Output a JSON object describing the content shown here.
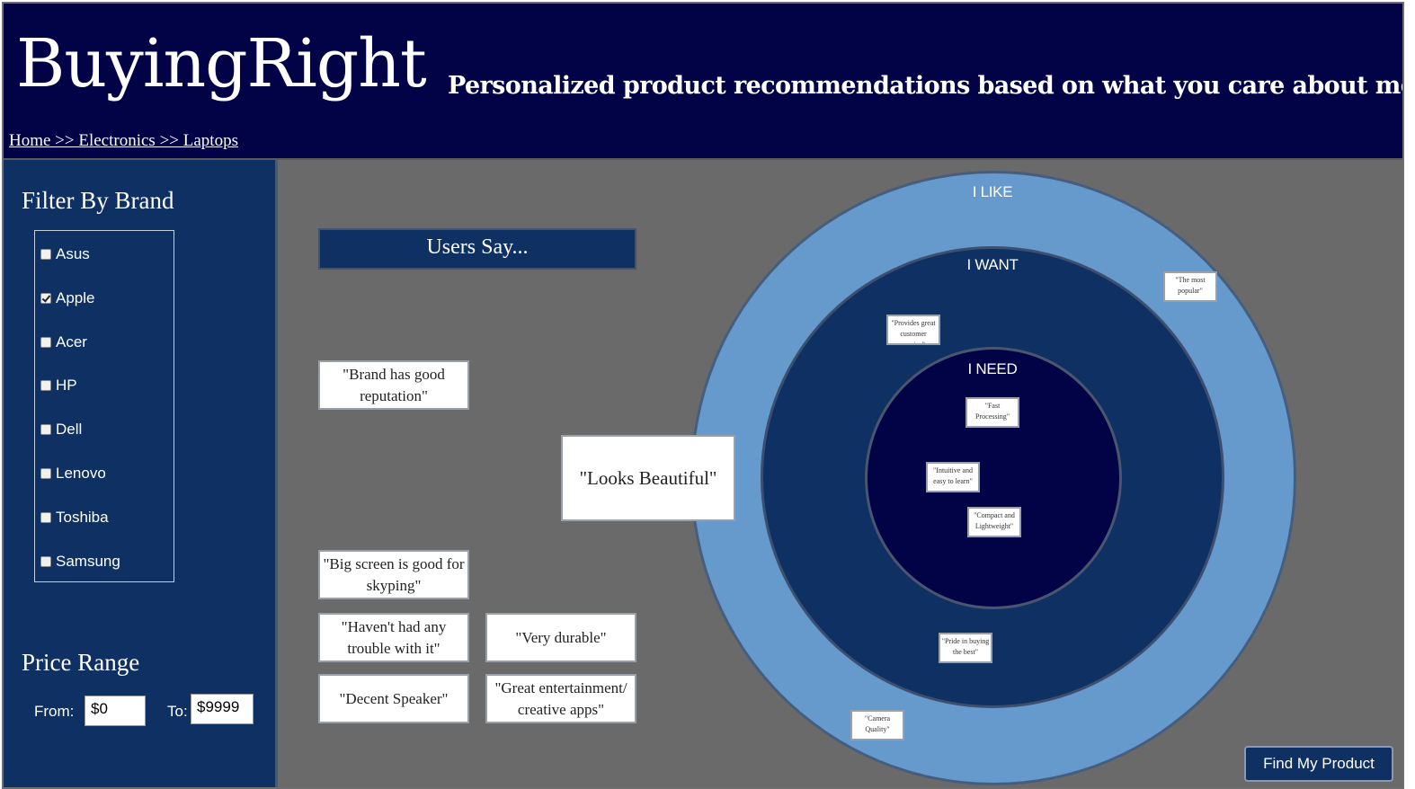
{
  "header": {
    "logo": "BuyingRight",
    "tagline": "Personalized product recommendations based on what you care about most.",
    "breadcrumb": "Home >> Electronics >> Laptops"
  },
  "sidebar": {
    "filter_title": "Filter By Brand",
    "brands": [
      {
        "label": "Asus",
        "checked": false
      },
      {
        "label": "Apple",
        "checked": true
      },
      {
        "label": "Acer",
        "checked": false
      },
      {
        "label": "HP",
        "checked": false
      },
      {
        "label": "Dell",
        "checked": false
      },
      {
        "label": "Lenovo",
        "checked": false
      },
      {
        "label": "Toshiba",
        "checked": false
      },
      {
        "label": "Samsung",
        "checked": false
      }
    ],
    "price_title": "Price Range",
    "from_label": "From:",
    "from_value": "$0",
    "to_label": "To:",
    "to_value": "$9999"
  },
  "users_say": {
    "title": "Users Say...",
    "quotes": [
      "\"Brand has good reputation\"",
      "\"Looks Beautiful\"",
      "\"Big screen is good for skyping\"",
      "\"Haven't had any trouble with it\"",
      "\"Very durable\"",
      "\"Decent Speaker\"",
      "\"Great entertainment/ creative apps\""
    ]
  },
  "target": {
    "rings": {
      "like": "I LIKE",
      "want": "I WANT",
      "need": "I NEED"
    },
    "placed": [
      "\"The most popular\"",
      "\"Provides great customer service\"",
      "\"Fast Processing\"",
      "\"Intuitive and easy to learn\"",
      "\"Compact and Lightweight\"",
      "\"Pride in buying the best\"",
      "\"Camera Quality\""
    ]
  },
  "actions": {
    "find_label": "Find My Product"
  },
  "colors": {
    "header_bg": "#010346",
    "sidebar_bg": "#0e3062",
    "canvas_bg": "#6a6a6a",
    "ring_like": "#6699cc",
    "ring_want": "#0e3062",
    "ring_need": "#010346"
  }
}
